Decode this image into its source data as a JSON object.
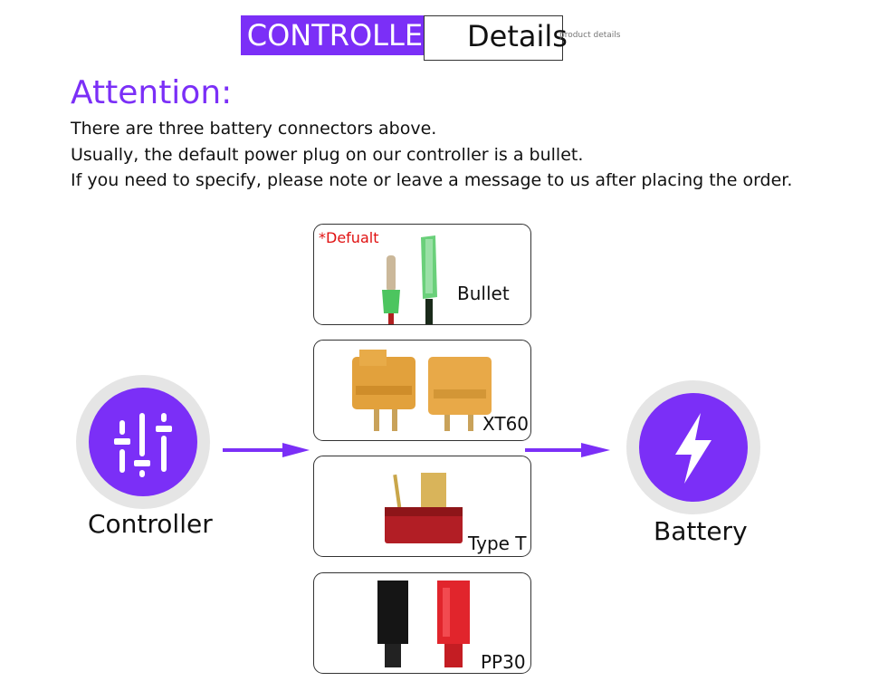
{
  "header": {
    "badge": "CONTROLLER",
    "title": "Details",
    "subtitle": "product details"
  },
  "attention": {
    "title": "Attention:",
    "lines": [
      "There are three battery connectors above.",
      "Usually, the default power plug on our controller is a bullet.",
      "If you need to specify, please note or leave a message to us after placing the order."
    ]
  },
  "connectors": [
    {
      "label": "Bullet",
      "tag": "*Defualt",
      "icon": "bullet-connector-icon"
    },
    {
      "label": "XT60",
      "icon": "xt60-connector-icon"
    },
    {
      "label": "Type T",
      "icon": "type-t-connector-icon"
    },
    {
      "label": "PP30",
      "icon": "pp30-connector-icon"
    }
  ],
  "controller": {
    "label": "Controller",
    "icon": "sliders-icon"
  },
  "battery": {
    "label": "Battery",
    "icon": "lightning-bolt-icon"
  },
  "colors": {
    "accent": "#7b2ff7",
    "default_tag": "#e01010",
    "circle_ring": "#e5e5e5"
  }
}
